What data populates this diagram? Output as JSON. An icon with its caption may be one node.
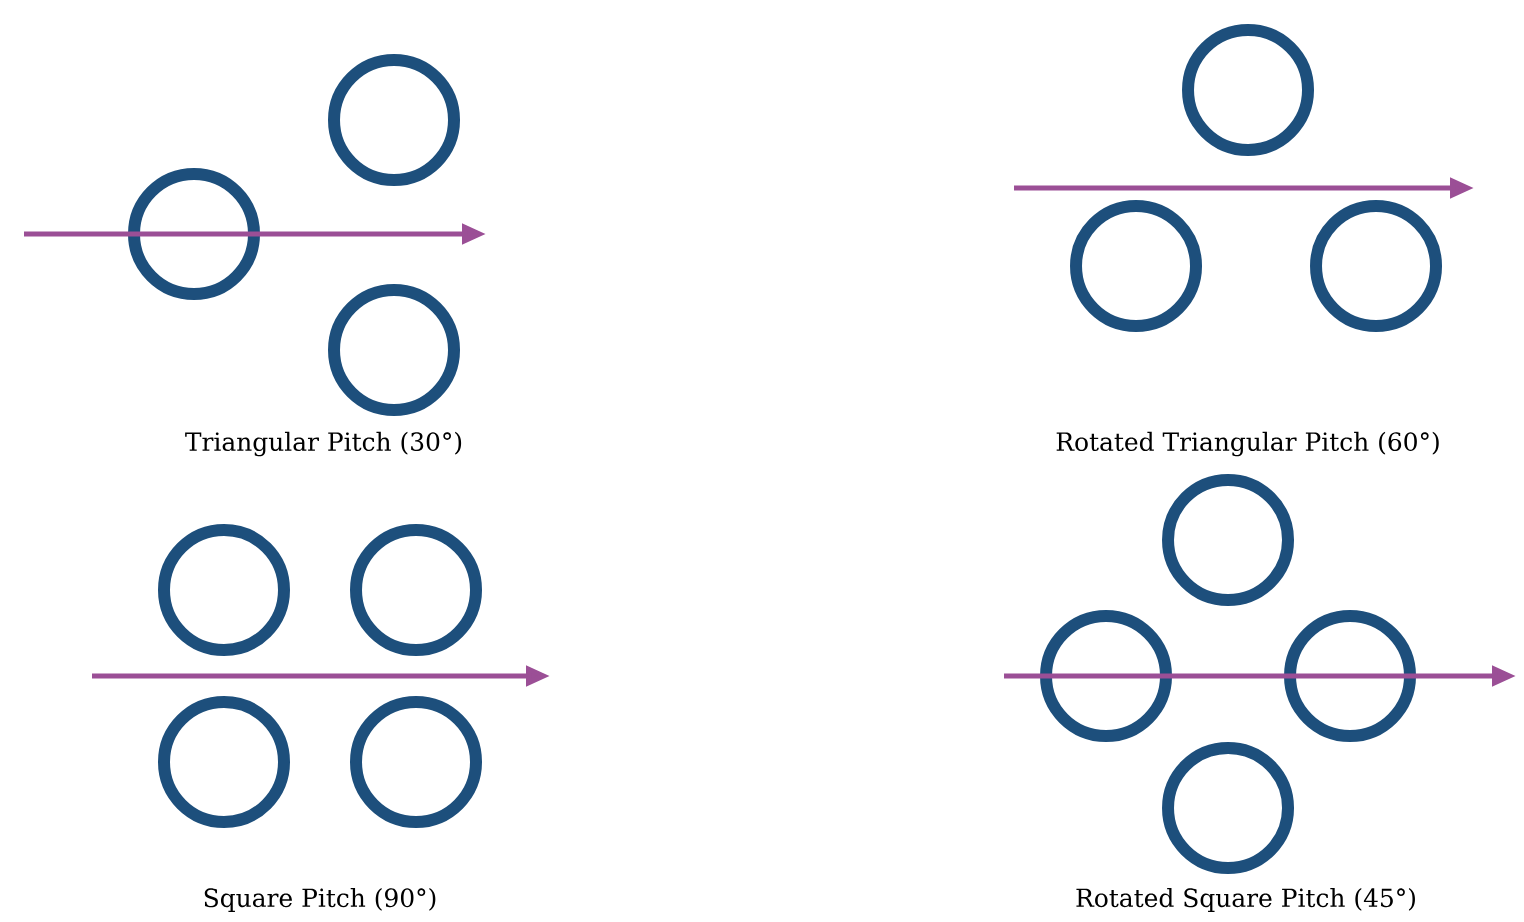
{
  "diagram": {
    "labels": [
      "Triangular Pitch (30°)",
      "Rotated Triangular Pitch (60°)",
      "Square Pitch (90°)",
      "Rotated Square Pitch (45°)"
    ]
  }
}
